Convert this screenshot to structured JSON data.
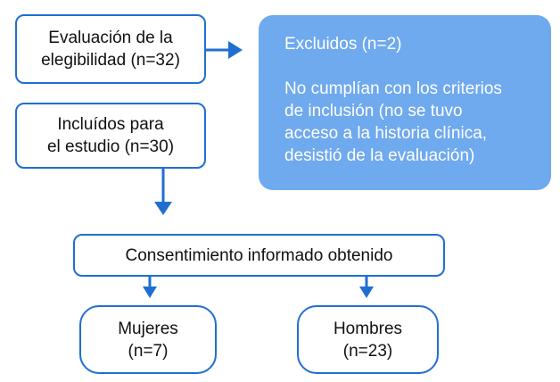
{
  "nodes": {
    "eligibility": {
      "text": "Evaluación de la\nelegibilidad (n=32)"
    },
    "included": {
      "text": "Incluídos para\nel estudio (n=30)"
    },
    "excluded": {
      "title": "Excluidos (n=2)",
      "reason_lines": [
        "No cumplían con los criterios",
        "de inclusión (no se tuvo",
        "acceso a la historia clínica,",
        "desistió de la evaluación)"
      ]
    },
    "consent": {
      "text": "Consentimiento informado obtenido"
    },
    "women": {
      "text": "Mujeres\n(n=7)"
    },
    "men": {
      "text": "Hombres\n(n=23)"
    }
  },
  "colors": {
    "accent": "#1f6fd1",
    "excluded_fill": "#6fa9ee"
  }
}
